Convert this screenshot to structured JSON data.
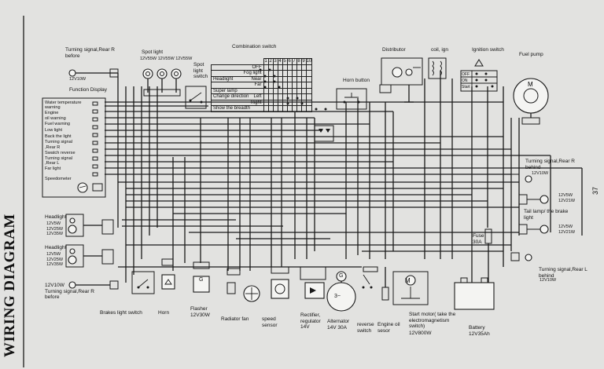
{
  "page": {
    "title": "WIRING DIAGRAM",
    "page_number": "37"
  },
  "labels": {
    "turn_rear_r_before": "Turning signal,Rear R\nbefore",
    "rating_12v10w_a": "12V10W",
    "spot_light": "Spot light",
    "spot_ratings": "12V55W 12V55W 12V55W",
    "spot_light_switch": "Spot\nlight\nswitch",
    "combination_switch": "Combination switch",
    "function_display": "Function Display",
    "horn_button": "Horn button",
    "distributor": "Distributor",
    "coil_ign": "coil, ign",
    "ignition_switch": "Ignition switch",
    "fuel_pump": "Fuel pump",
    "turn_rear_r_behind": "Turning signal,Rear R\nbehind",
    "rating_12v10w_b": "12V10W",
    "rating_12v5w_a": "12V5W\n12V21W",
    "tail_lamp": "Tail lamp/ the brake\nlight",
    "rating_12v5w_b": "12V5W\n12V21W",
    "headlight_a": "Headlight",
    "headlight_a_ratings": "12V5W\n12V25W\n12V35W",
    "headlight_b": "Headlight",
    "headlight_b_ratings": "12V5W\n12V25W\n12V35W",
    "turn_rear_r_before_2": "12V10W\nTurning signal,Rear R\nbefore",
    "brakes_light_switch": "Brakes light switch",
    "horn": "Horn",
    "flasher": "Flasher\n12V30W",
    "radiator_fan": "Radiator fan",
    "speed_sensor": "speed\nsensor",
    "rectifier": "Rectifier,\nregulator\n14V",
    "alternator": "Alternator\n14V 30A",
    "reverse_switch": "reverse\nswitch",
    "engine_oil_sensor": "Engine oil\nsesor",
    "start_motor": "Start motor( take the\nelectromagnetism\nswitch)",
    "start_motor_rating": "12V800W",
    "fuse": "Fuse\n30A",
    "battery": "Battery\n12V35Ah",
    "turn_rear_l_behind": "Turning signal,Rear L\nbehind",
    "rating_12v10w_c": "12V10W",
    "alternator_symbol": "3~",
    "generator_g": "G",
    "motor_m": "M",
    "flasher_g": "G"
  },
  "combination_switch_table": {
    "columns": [
      "1",
      "2",
      "3",
      "4",
      "5",
      "6",
      "7",
      "8",
      "9",
      "10"
    ],
    "rows": [
      {
        "group": "",
        "label": "OFF"
      },
      {
        "group": "",
        "label": "Fog light"
      },
      {
        "group": "Headlight",
        "label": "Near"
      },
      {
        "group": "Headlight",
        "label": "Far"
      },
      {
        "group": "",
        "label": "Super lamp"
      },
      {
        "group": "Change direction",
        "label": "Left"
      },
      {
        "group": "Change direction",
        "label": "Right"
      },
      {
        "group": "",
        "label": "Show the breadth"
      }
    ]
  },
  "function_display_items": [
    "Water temperature\nwarning",
    "Engine\noil warning",
    "Fuel warning",
    "Low light",
    "Back the light",
    "Turning signal\n,Rear R",
    "Swatch reverse",
    "Turning signal\n,Rear L",
    "Far light",
    "Speedometer"
  ],
  "ignition_switch_rows": [
    "OFF",
    "ON",
    "Start"
  ]
}
